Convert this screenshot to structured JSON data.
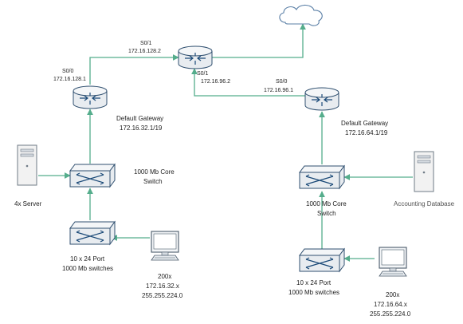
{
  "colors": {
    "connector": "#55ad8c",
    "device_stroke": "#2f4f6f",
    "device_fill": "#e8ecf0",
    "text": "#222222"
  },
  "top_router": {
    "s01_label": "S0/1",
    "s01_ip": "172.16.128.2",
    "s01b_label": "S0/1",
    "s01b_ip": "172.16.96.2"
  },
  "left_router": {
    "s00_label": "S0/0",
    "s00_ip": "172.16.128.1",
    "gateway_title": "Default Gateway",
    "gateway_ip": "172.16.32.1/19"
  },
  "right_router": {
    "s00_label": "S0/0",
    "s00_ip": "172.16.96.1",
    "gateway_title": "Default Gateway",
    "gateway_ip": "172.16.64.1/19"
  },
  "left_core": {
    "line1": "1000 Mb Core",
    "line2": "Switch"
  },
  "right_core": {
    "line1": "1000 Mb Core",
    "line2": "Switch"
  },
  "left_access": {
    "line1": "10 x 24 Port",
    "line2": "1000 Mb switches"
  },
  "right_access": {
    "line1": "10 x 24 Port",
    "line2": "1000 Mb switches"
  },
  "server": {
    "label": "4x Server"
  },
  "database": {
    "label": "Accounting Database"
  },
  "left_pcs": {
    "count": "200x",
    "subnet": "172.16.32.x",
    "mask": "255.255.224.0"
  },
  "right_pcs": {
    "count": "200x",
    "subnet": "172.16.64.x",
    "mask": "255.255.224.0"
  }
}
